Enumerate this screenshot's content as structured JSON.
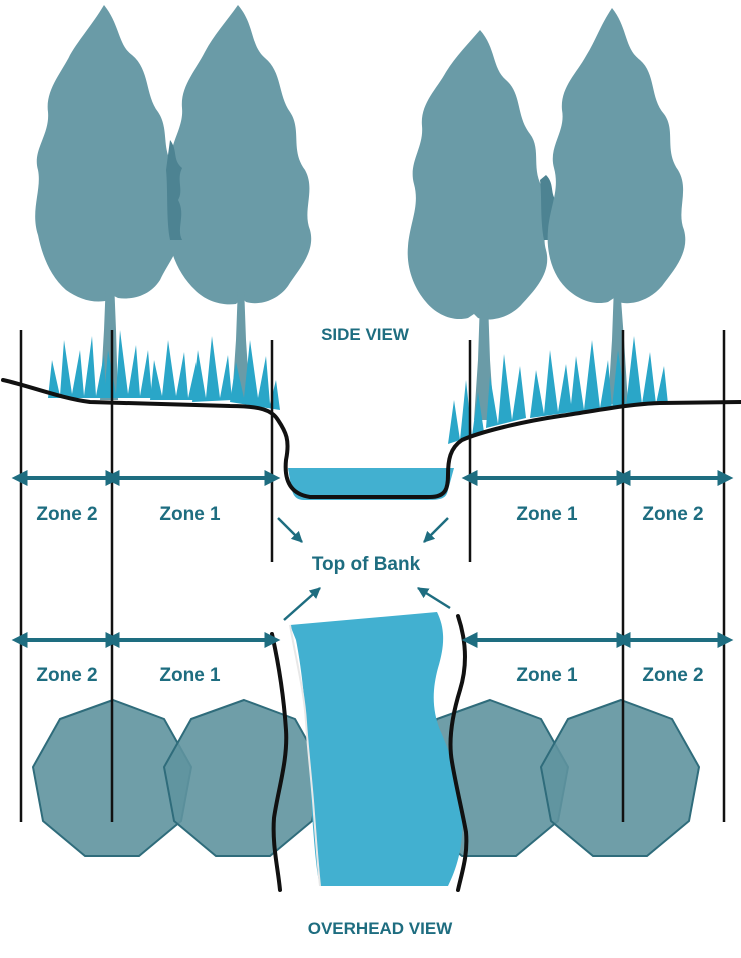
{
  "labels": {
    "side_view": "SIDE VIEW",
    "overhead_view": "OVERHEAD VIEW",
    "top_of_bank": "Top of Bank",
    "zone_side_left_outer": "Zone 2",
    "zone_side_left_inner": "Zone 1",
    "zone_side_right_inner": "Zone 1",
    "zone_side_right_outer": "Zone 2",
    "zone_over_left_outer": "Zone 2",
    "zone_over_left_inner": "Zone 1",
    "zone_over_right_inner": "Zone 1",
    "zone_over_right_outer": "Zone 2"
  },
  "colors": {
    "tree": "#6a9ba7",
    "tree_shadow": "#4d8392",
    "grass": "#2aa6c8",
    "water": "#42b0d0",
    "canopy": "#5f949f",
    "canopy_stroke": "#2f6c7b",
    "text": "#1e6d80",
    "line": "#111111"
  }
}
